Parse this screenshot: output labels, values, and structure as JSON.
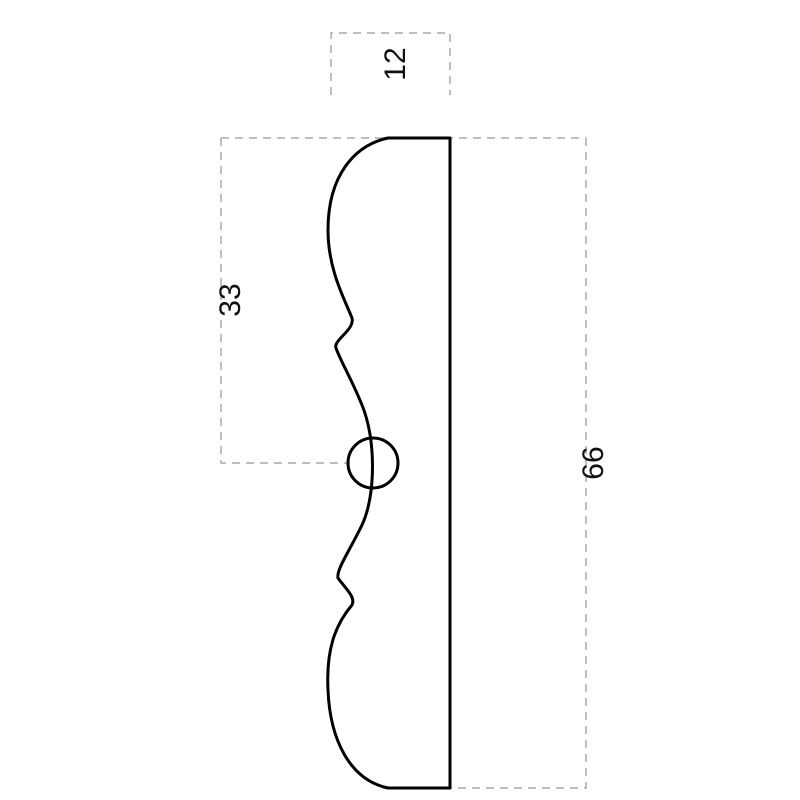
{
  "dimensions": {
    "width_label": "12",
    "half_height_label": "33",
    "height_label": "66"
  }
}
